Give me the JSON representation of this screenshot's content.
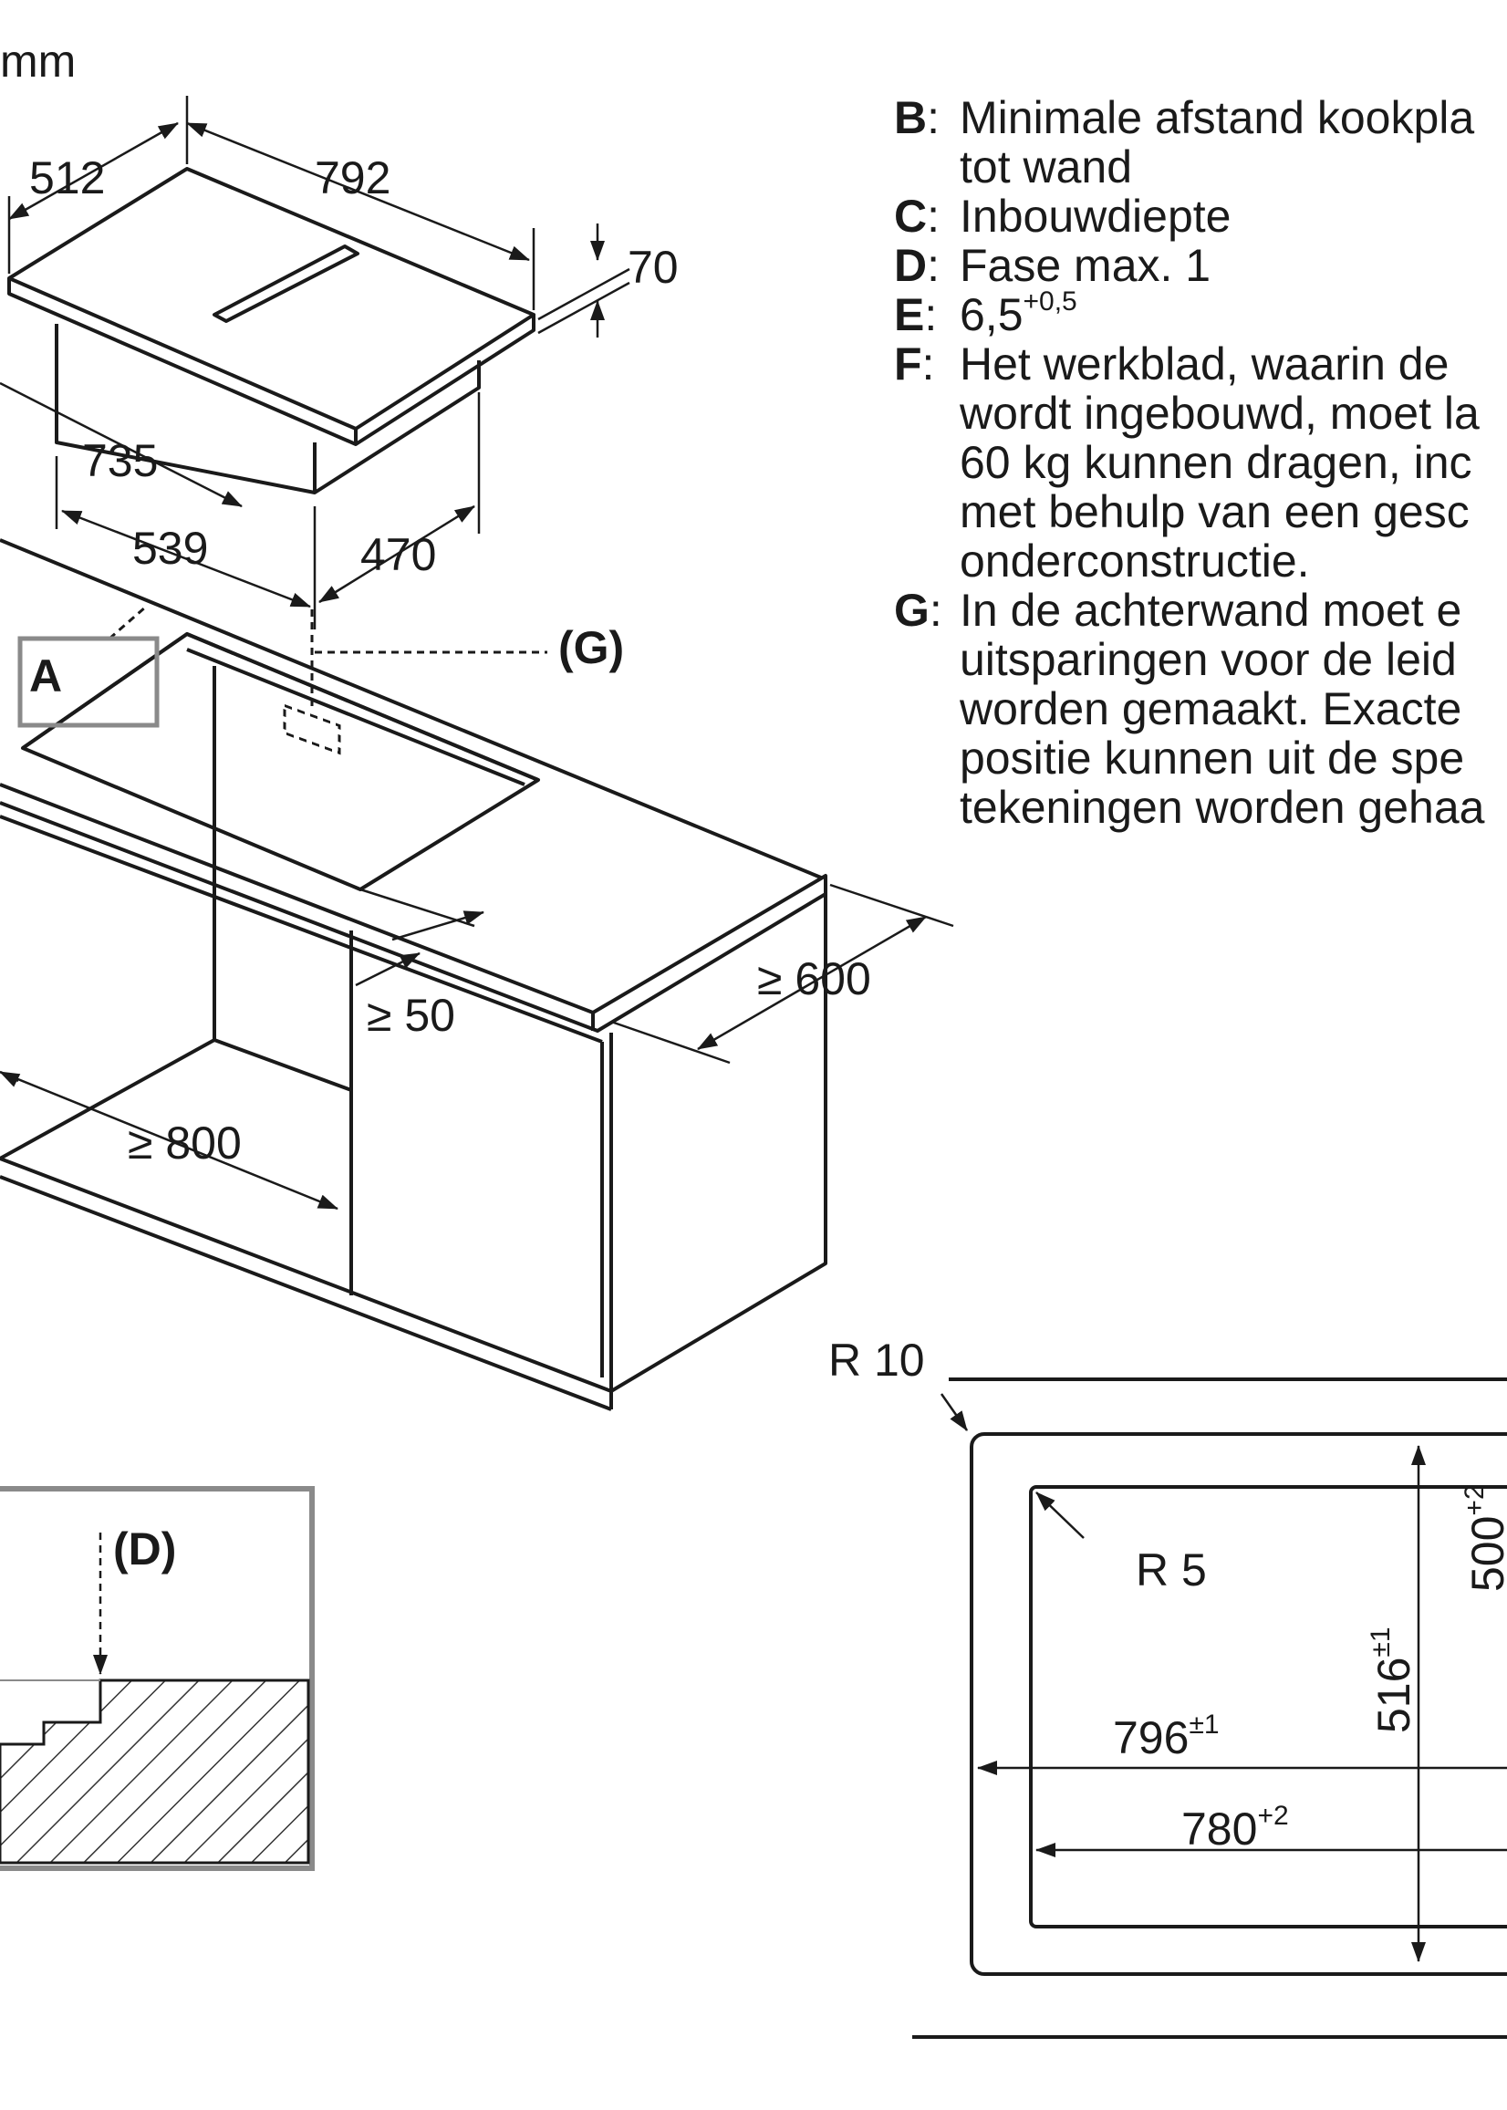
{
  "unit_label": "mm",
  "dimensions": {
    "hob_depth": "512",
    "hob_width": "792",
    "hob_height": "70",
    "body_width": "735",
    "body_front": "539",
    "body_depth": "470",
    "front_gap": "≥ 50",
    "worktop_depth": "≥ 600",
    "cabinet_width": "≥ 800"
  },
  "labels": {
    "detail_a": "A",
    "marker_g": "(G)",
    "marker_d": "(D)"
  },
  "cutout": {
    "outer_radius": "R 10",
    "inner_radius": "R 5",
    "outer_width": "796",
    "outer_width_tol": "±1",
    "inner_width": "780",
    "inner_width_tol": "+2",
    "outer_depth": "516",
    "outer_depth_tol": "±1",
    "inner_depth_partial": "500",
    "inner_depth_partial_tol": "+2"
  },
  "legend": [
    {
      "key": "B",
      "lines": [
        "Minimale afstand kookpla",
        "tot wand"
      ]
    },
    {
      "key": "C",
      "lines": [
        "Inbouwdiepte"
      ]
    },
    {
      "key": "D",
      "lines": [
        "Fase max. 1"
      ]
    },
    {
      "key": "E",
      "text": "6,5",
      "sup": "+0,5"
    },
    {
      "key": "F",
      "lines": [
        "Het werkblad, waarin de",
        "wordt ingebouwd, moet la",
        "60 kg kunnen dragen, inc",
        "met behulp van een gesc",
        "onderconstructie."
      ]
    },
    {
      "key": "G",
      "lines": [
        "In de achterwand moet e",
        "uitsparingen voor de leid",
        "worden gemaakt. Exacte",
        "positie kunnen uit de spe",
        "tekeningen worden gehaa"
      ]
    }
  ]
}
